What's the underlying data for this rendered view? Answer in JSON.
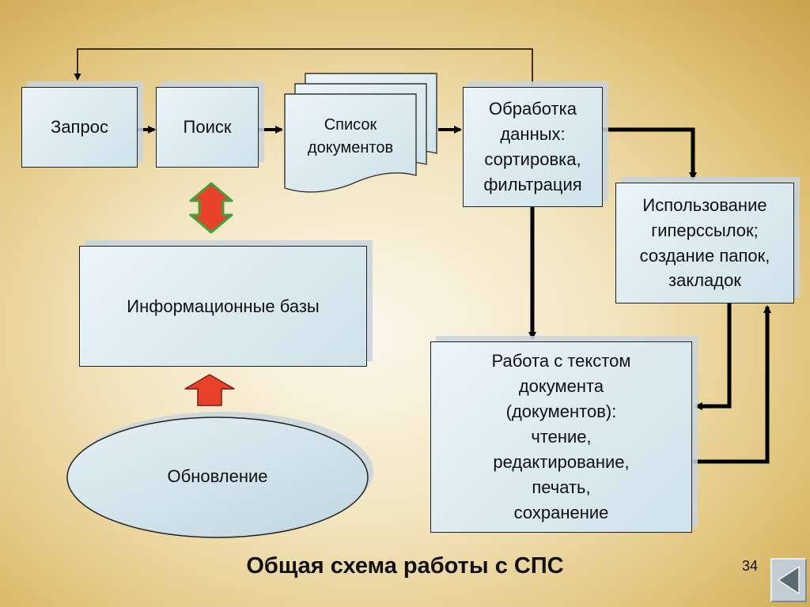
{
  "diagram": {
    "title": "Общая схема работы с СПС",
    "page_number": "34",
    "nodes": {
      "zapros": "Запрос",
      "poisk": "Поиск",
      "spisok": "Список\nдокументов",
      "obrabotka": "Обработка\nданных:\nсортировка,\nфильтрация",
      "ispolzovanie": "Использование\nгиперссылок;\nсоздание папок,\nзакладок",
      "bazy": "Информационные базы",
      "rabota": "Работа с текстом\nдокумента\n(документов):\nчтение,\nредактирование,\nпечать,\nсохранение",
      "obnovlenie": "Обновление"
    },
    "colors": {
      "arrow_red": "#e8432a",
      "arrow_green": "#3ea33a",
      "line": "#000000"
    },
    "nav_icon": "back-triangle-icon"
  }
}
